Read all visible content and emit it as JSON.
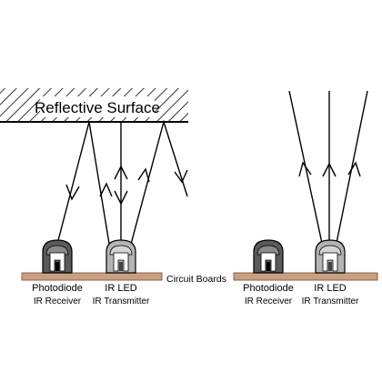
{
  "reflective_surface_label": "Reflective Surface",
  "circuit_boards_label": "Circuit Boards",
  "left_scene": {
    "receiver": {
      "name": "Photodiode",
      "sub": "IR Receiver"
    },
    "transmitter": {
      "name": "IR LED",
      "sub": "IR Transmitter"
    }
  },
  "right_scene": {
    "receiver": {
      "name": "Photodiode",
      "sub": "IR Receiver"
    },
    "transmitter": {
      "name": "IR LED",
      "sub": "IR Transmitter"
    }
  },
  "colors": {
    "board": "#c8a081",
    "board_stroke": "#8a6248",
    "photodiode_body": "#5a5a5a",
    "photodiode_dome": "#8a8a8a",
    "led_body": "#b4b4b4",
    "led_dome": "#d4d4d4",
    "line": "#000000"
  }
}
